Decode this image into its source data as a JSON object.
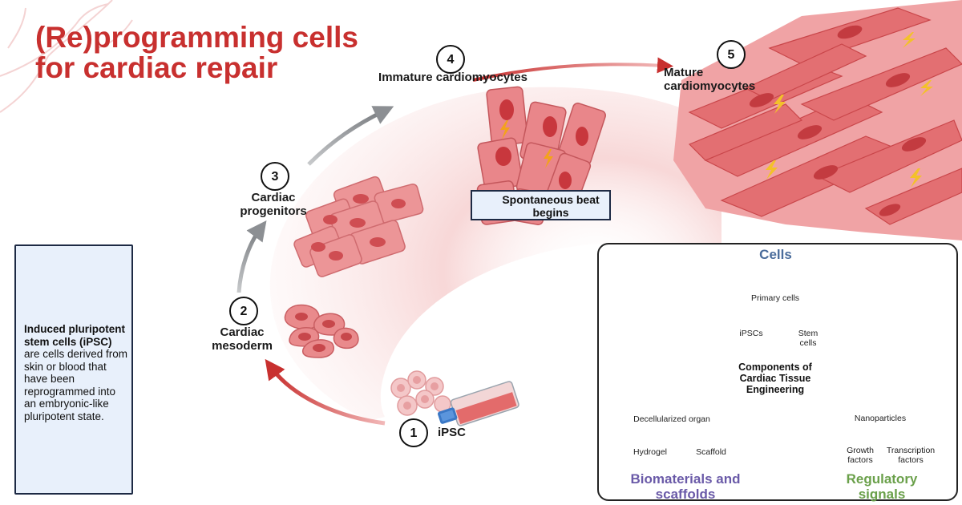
{
  "title": "(Re)programming cells for cardiac repair",
  "steps": [
    {
      "num": "1",
      "label": "iPSC"
    },
    {
      "num": "2",
      "label": "Cardiac mesoderm"
    },
    {
      "num": "3",
      "label": "Cardiac progenitors"
    },
    {
      "num": "4",
      "label": "Immature cardiomyocytes"
    },
    {
      "num": "5",
      "label": "Mature cardiomyocytes"
    }
  ],
  "info": {
    "bold": "Induced pluripotent stem cells (iPSC)",
    "rest": " are cells derived from skin or blood that have been reprogrammed into an embryonic-like pluripotent state."
  },
  "beat": "Spontaneous beat begins",
  "components": {
    "center": "Components of Cardiac Tissue Engineering",
    "cells": {
      "heading": "Cells",
      "primary": "Primary cells",
      "ipscs": "iPSCs",
      "stem": "Stem cells"
    },
    "biomaterials": {
      "heading": "Biomaterials and scaffolds",
      "organ": "Decellularized organ",
      "hydrogel": "Hydrogel",
      "scaffold": "Scaffold"
    },
    "regulatory": {
      "heading": "Regulatory signals",
      "nano": "Nanoparticles",
      "growth": "Growth factors",
      "transcription": "Transcription factors"
    }
  },
  "colors": {
    "title": "#c8302f",
    "cell_fill": "#e98a8c",
    "cell_nucleus": "#d2484c",
    "cells_circle": "#fbe6e7",
    "biomaterials_circle": "#d9eef3",
    "regulatory_circle": "#d9ece4",
    "cells_heading": "#4a6c9b",
    "biomaterials_heading": "#6a5aa8",
    "regulatory_heading": "#6aa04a"
  }
}
